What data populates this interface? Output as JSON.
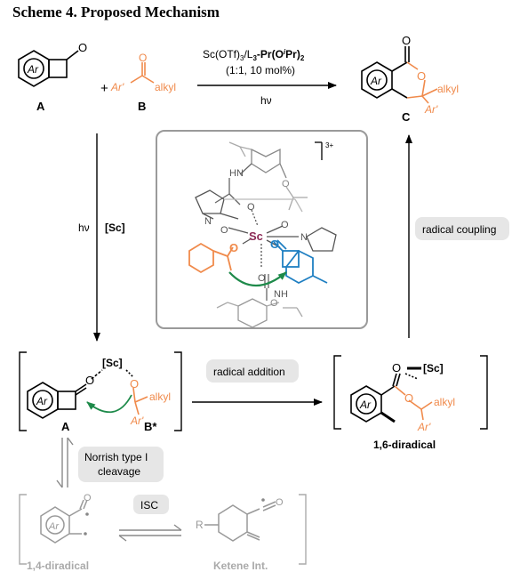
{
  "title": "Scheme 4. Proposed Mechanism",
  "colors": {
    "orange": "#f08a4b",
    "blue": "#1f7fc2",
    "green": "#1e8a4a",
    "gray": "#9a9a9a",
    "scandium": "#8c2a55"
  },
  "top_reaction": {
    "label_a": "A",
    "label_b": "B",
    "label_c": "C",
    "plus": "+",
    "ar": "Ar",
    "ar_prime": "Ar'",
    "alkyl": "alkyl",
    "o": "O",
    "cond_1_pre": "Sc(OTf)",
    "cond_1_sub": "3",
    "cond_1_mid": "/L",
    "cond_1_sub2": "3",
    "cond_1_bold": "-Pr(O",
    "cond_1_i": "i",
    "cond_1_end": "Pr)",
    "cond_1_sub3": "2",
    "cond_2": "(1:1, 10 mol%)",
    "cond_3": "hν"
  },
  "arrows": {
    "left_hv": "hν",
    "left_sc": "[Sc]",
    "radical_coupling": "radical coupling",
    "radical_addition": "radical addition",
    "norrish_1": "Norrish type I",
    "norrish_2": "cleavage",
    "isc": "ISC"
  },
  "complex": {
    "charge": "3+",
    "sc": "Sc",
    "hn": "HN",
    "nh": "NH",
    "n": "N",
    "o": "O"
  },
  "middle": {
    "label_a": "A",
    "label_b": "B*",
    "sc": "[Sc]",
    "o": "O",
    "alkyl": "alkyl",
    "ar_prime": "Ar'",
    "ar": "Ar",
    "diradical_16": "1,6-diradical"
  },
  "bottom": {
    "diradical_14": "1,4-diradical",
    "ketene": "Ketene Int.",
    "r": "R",
    "ar": "Ar"
  }
}
